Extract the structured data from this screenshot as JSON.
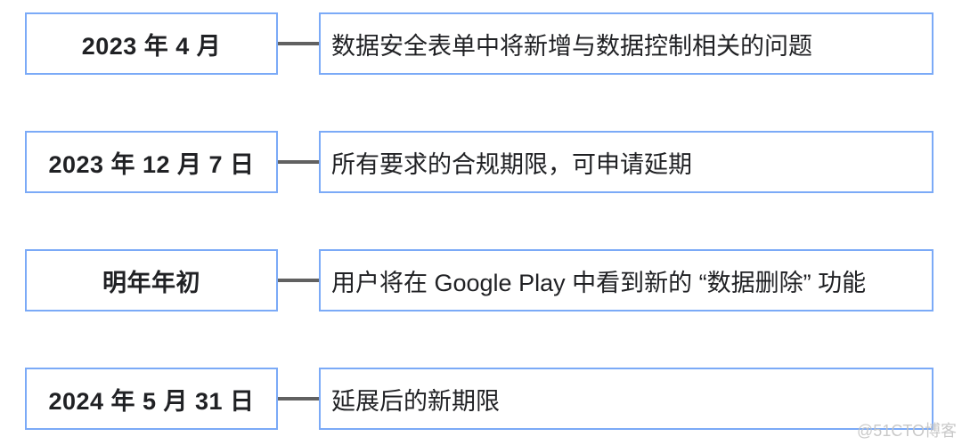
{
  "colors": {
    "box_border": "#7baaf7",
    "connector": "#616161",
    "text": "#202124",
    "watermark": "#c4c4c4",
    "background": "#ffffff"
  },
  "timeline": {
    "rows": [
      {
        "date": "2023 年 4 月",
        "description": "数据安全表单中将新增与数据控制相关的问题"
      },
      {
        "date": "2023 年 12 月 7 日",
        "description": "所有要求的合规期限，可申请延期"
      },
      {
        "date": "明年年初",
        "description": "用户将在 Google Play 中看到新的 “数据删除” 功能"
      },
      {
        "date": "2024 年 5 月 31 日",
        "description": "延展后的新期限"
      }
    ]
  },
  "watermark": {
    "text": "@51CTO博客"
  }
}
